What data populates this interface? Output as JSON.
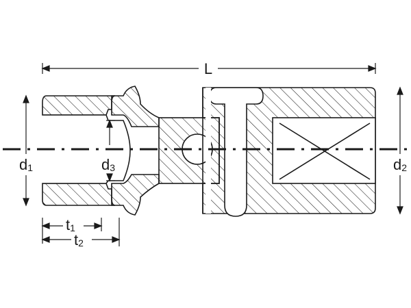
{
  "drawing": {
    "line_color": "#1a1a1a",
    "background": "#ffffff",
    "dimensions": {
      "overall_length": "L",
      "d1": {
        "main": "d",
        "sub": "1"
      },
      "d2": {
        "main": "d",
        "sub": "2"
      },
      "d3": {
        "main": "d",
        "sub": "3"
      },
      "t1": {
        "main": "t",
        "sub": "1"
      },
      "t2": {
        "main": "t",
        "sub": "2"
      }
    }
  }
}
